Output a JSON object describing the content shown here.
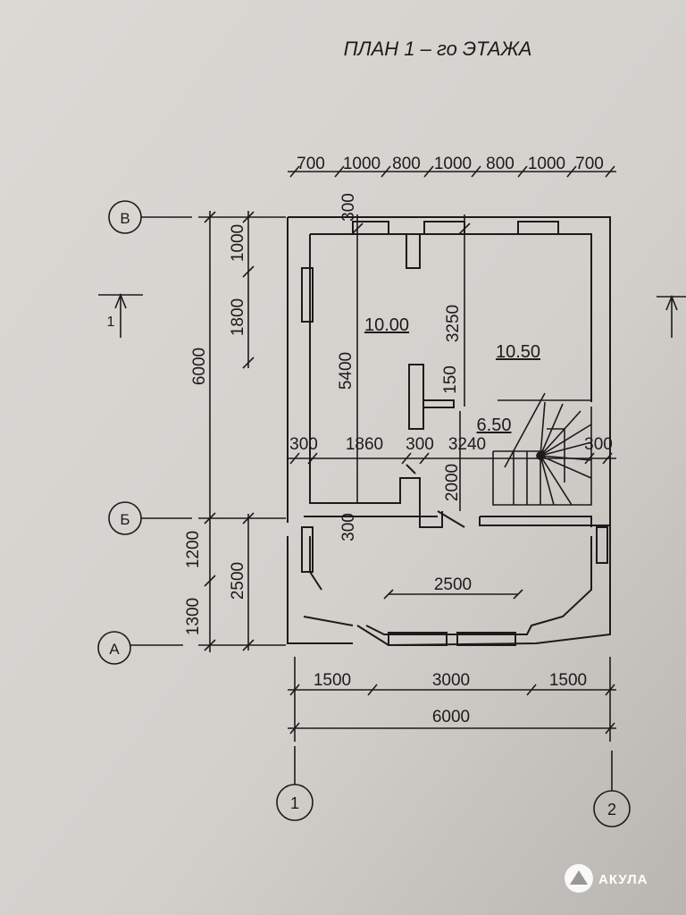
{
  "title": "ПЛАН 1 – го ЭТАЖА",
  "top_dims": [
    "700",
    "1000",
    "800",
    "1000",
    "800",
    "1000",
    "700"
  ],
  "axes": {
    "v": "В",
    "b": "Б",
    "a": "А",
    "n1": "1",
    "n2": "2"
  },
  "left_dims": {
    "total": "6000",
    "d1200": "1200",
    "d1300": "1300",
    "d1000": "1000",
    "d1800": "1800",
    "d2500": "2500"
  },
  "interior": {
    "room1_area": "10.00",
    "room2_area": "10.50",
    "stair_area": "6.50",
    "d5400": "5400",
    "d3250": "3250",
    "d150": "150",
    "d2000": "2000",
    "d300_top": "300",
    "d300_door": "300",
    "d2500_bay": "2500",
    "row": [
      "300",
      "1860",
      "300",
      "3240",
      "300"
    ]
  },
  "bottom_dims": {
    "left": "1500",
    "mid": "3000",
    "right": "1500",
    "total": "6000"
  },
  "section_mark": "1",
  "watermark": "АКУЛА",
  "colors": {
    "paper": "#d8d5d1",
    "ink": "#1b1b1b"
  }
}
